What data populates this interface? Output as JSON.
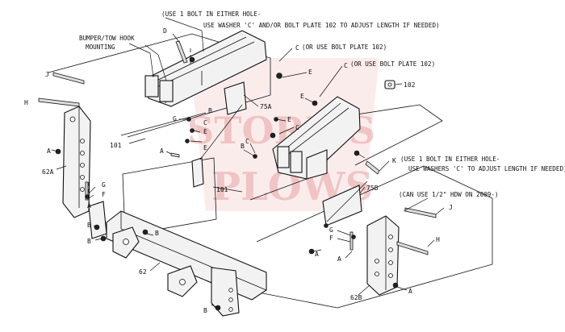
{
  "watermark": {
    "line1": "STORK'S",
    "line2": "PLOWS",
    "color": "#e8a5a5"
  },
  "notes": {
    "top_line1": "(USE 1 BOLT IN EITHER HOLE-",
    "top_line2": "USE WASHER 'C' AND/OR BOLT PLATE 102 TO ADJUST LENGTH IF NEEDED)",
    "right_line1": "(USE 1 BOLT IN EITHER HOLE-",
    "right_line2": "USE WASHERS 'C' TO ADJUST LENGTH IF NEEDED)",
    "hdw": "(CAN USE 1/2\" HDW ON 2009-)",
    "c_plate_1": "(OR USE BOLT PLATE 102)",
    "c_plate_2": "(OR USE BOLT PLATE 102)",
    "bumper_1": "BUMPER/TOW HOOK",
    "bumper_2": "MOUNTING"
  },
  "labels": {
    "D1": "D",
    "C_top": "C",
    "E_top": "E",
    "C_right": "C",
    "J_left": "J",
    "H_left": "H",
    "E_mid": "E",
    "L_102": "102",
    "L_75A": "75A",
    "E_c1": "E",
    "C_c1": "C",
    "G_mid": "G",
    "E_mid2": "E",
    "C_mid": "C",
    "B_mid": "B",
    "L_101_left": "101",
    "A_mid": "A",
    "E_center": "E",
    "B_center": "B",
    "C_center": "C",
    "K": "K",
    "A_left": "A",
    "L_62A": "62A",
    "G_left": "G",
    "F_left": "F",
    "A_left2": "A",
    "L_101_center": "101",
    "L_75B": "75B",
    "J_right": "J",
    "H_right": "H",
    "G_right": "G",
    "F_right": "F",
    "A_right": "A",
    "B_left": "B",
    "B_left2": "B",
    "L_62": "62",
    "B_bottom": "B",
    "L_62B": "62B",
    "A_bottom": "A"
  }
}
